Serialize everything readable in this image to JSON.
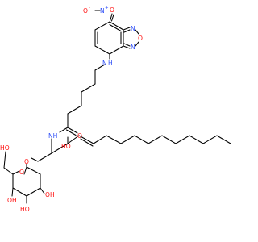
{
  "colors": {
    "bond": "#000000",
    "oxygen": "#ff0d0d",
    "nitrogen": "#3050f8",
    "background": "#ffffff"
  },
  "labels": {
    "nitro_o_minus": "O",
    "nitro_minus": "-",
    "nitro_n_plus": "N",
    "nitro_plus": "+",
    "nitro_o": "O",
    "oxadiazole_n1": "N",
    "oxadiazole_o": "O",
    "oxadiazole_n2": "N",
    "amine_n": "N",
    "amine_h": "H",
    "amide_o": "O",
    "amide_nh": "NH",
    "hydroxyl_chain": "HO",
    "glycosidic_o": "O",
    "ring_o": "O",
    "hydroxyl_ch2": "HO",
    "hydroxyl_1": "OH",
    "hydroxyl_2": "OH",
    "hydroxyl_3": "HO"
  }
}
